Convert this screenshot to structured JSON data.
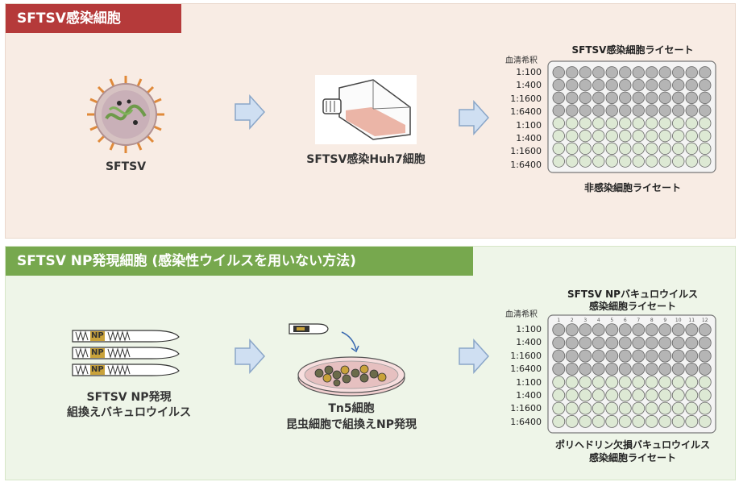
{
  "top": {
    "banner": "SFTSV感染細胞",
    "virus_label": "SFTSV",
    "flask_label": "SFTSV感染Huh7細胞",
    "plate_title": "SFTSV感染細胞ライセート",
    "plate_footer": "非感染細胞ライセート",
    "dilution_header": "血清希釈",
    "dilutions": [
      "1:100",
      "1:400",
      "1:1600",
      "1:6400",
      "1:100",
      "1:400",
      "1:1600",
      "1:6400"
    ]
  },
  "bottom": {
    "banner": "SFTSV NP発現細胞 (感染性ウイルスを用いない方法)",
    "construct_label_line1": "SFTSV NP発現",
    "construct_label_line2": "組換えバキュロウイルス",
    "construct_gene": "NP",
    "dish_label_line1": "Tn5細胞",
    "dish_label_line2": "昆虫細胞で組換えNP発現",
    "plate_title_line1": "SFTSV NPバキュロウイルス",
    "plate_title_line2": "感染細胞ライセート",
    "plate_footer_line1": "ポリヘドリン欠損バキュロウイルス",
    "plate_footer_line2": "感染細胞ライセート",
    "dilution_header": "血清希釈",
    "dilutions": [
      "1:100",
      "1:400",
      "1:1600",
      "1:6400",
      "1:100",
      "1:400",
      "1:1600",
      "1:6400"
    ],
    "column_numbers": [
      "1",
      "2",
      "3",
      "4",
      "5",
      "6",
      "7",
      "8",
      "9",
      "10",
      "11",
      "12"
    ]
  },
  "colors": {
    "banner_top": "#b53a3a",
    "banner_bottom": "#77a84e",
    "arrow_fill": "#cfdff2",
    "arrow_stroke": "#8aa6c8",
    "well_gray": "#b5b5b5",
    "well_green": "#dde9d4"
  }
}
